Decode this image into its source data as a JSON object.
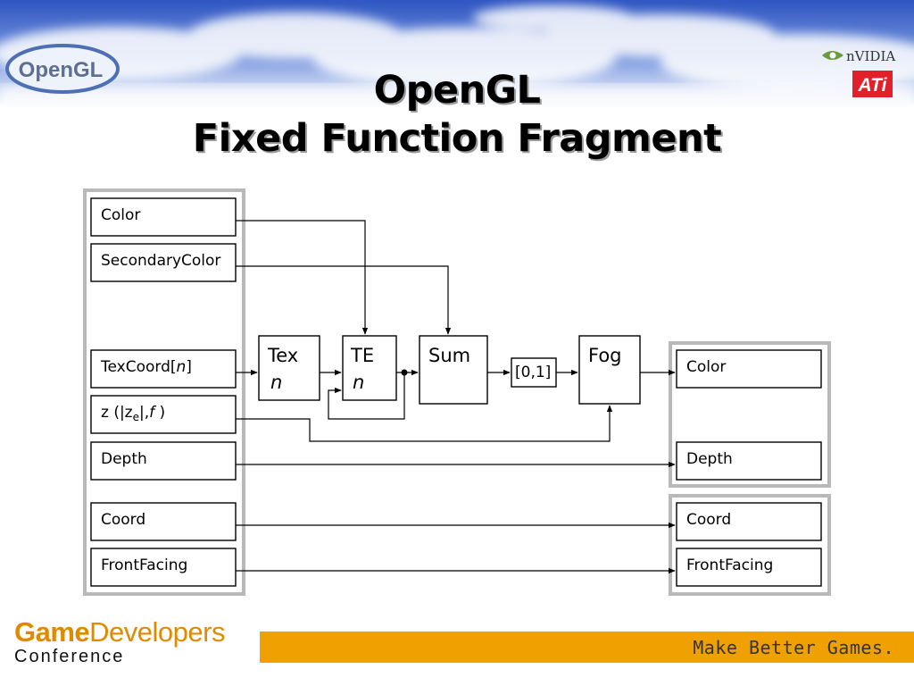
{
  "title": {
    "line1": "OpenGL",
    "line2": "Fixed Function Fragment"
  },
  "logos": {
    "opengl": "OpenGL",
    "nvidia": "nVIDIA",
    "ati": "ATi"
  },
  "inputs": {
    "color": "Color",
    "secondary_color": "SecondaryColor",
    "texcoord_prefix": "TexCoord[",
    "texcoord_var": "n",
    "texcoord_suffix": "]",
    "z_prefix": "z (|z",
    "z_sub": "e",
    "z_mid": "|,",
    "z_f": "f",
    "z_suffix": " )",
    "depth": "Depth",
    "coord": "Coord",
    "frontfacing": "FrontFacing"
  },
  "stages": {
    "tex_line1": "Tex",
    "tex_line2": "n",
    "te_line1": "TE",
    "te_line2": "n",
    "sum": "Sum",
    "clamp": "[0,1]",
    "fog": "Fog"
  },
  "outputs": {
    "color": "Color",
    "depth": "Depth",
    "coord": "Coord",
    "frontfacing": "FrontFacing"
  },
  "footer": {
    "gdc_game": "Game",
    "gdc_developers": "Developers",
    "gdc_conference": "Conference",
    "tagline": "Make Better Games."
  },
  "colors": {
    "gdc_orange": "#f0a000",
    "sky_blue": "#3a5fc0",
    "ati_red": "#e1202a"
  }
}
